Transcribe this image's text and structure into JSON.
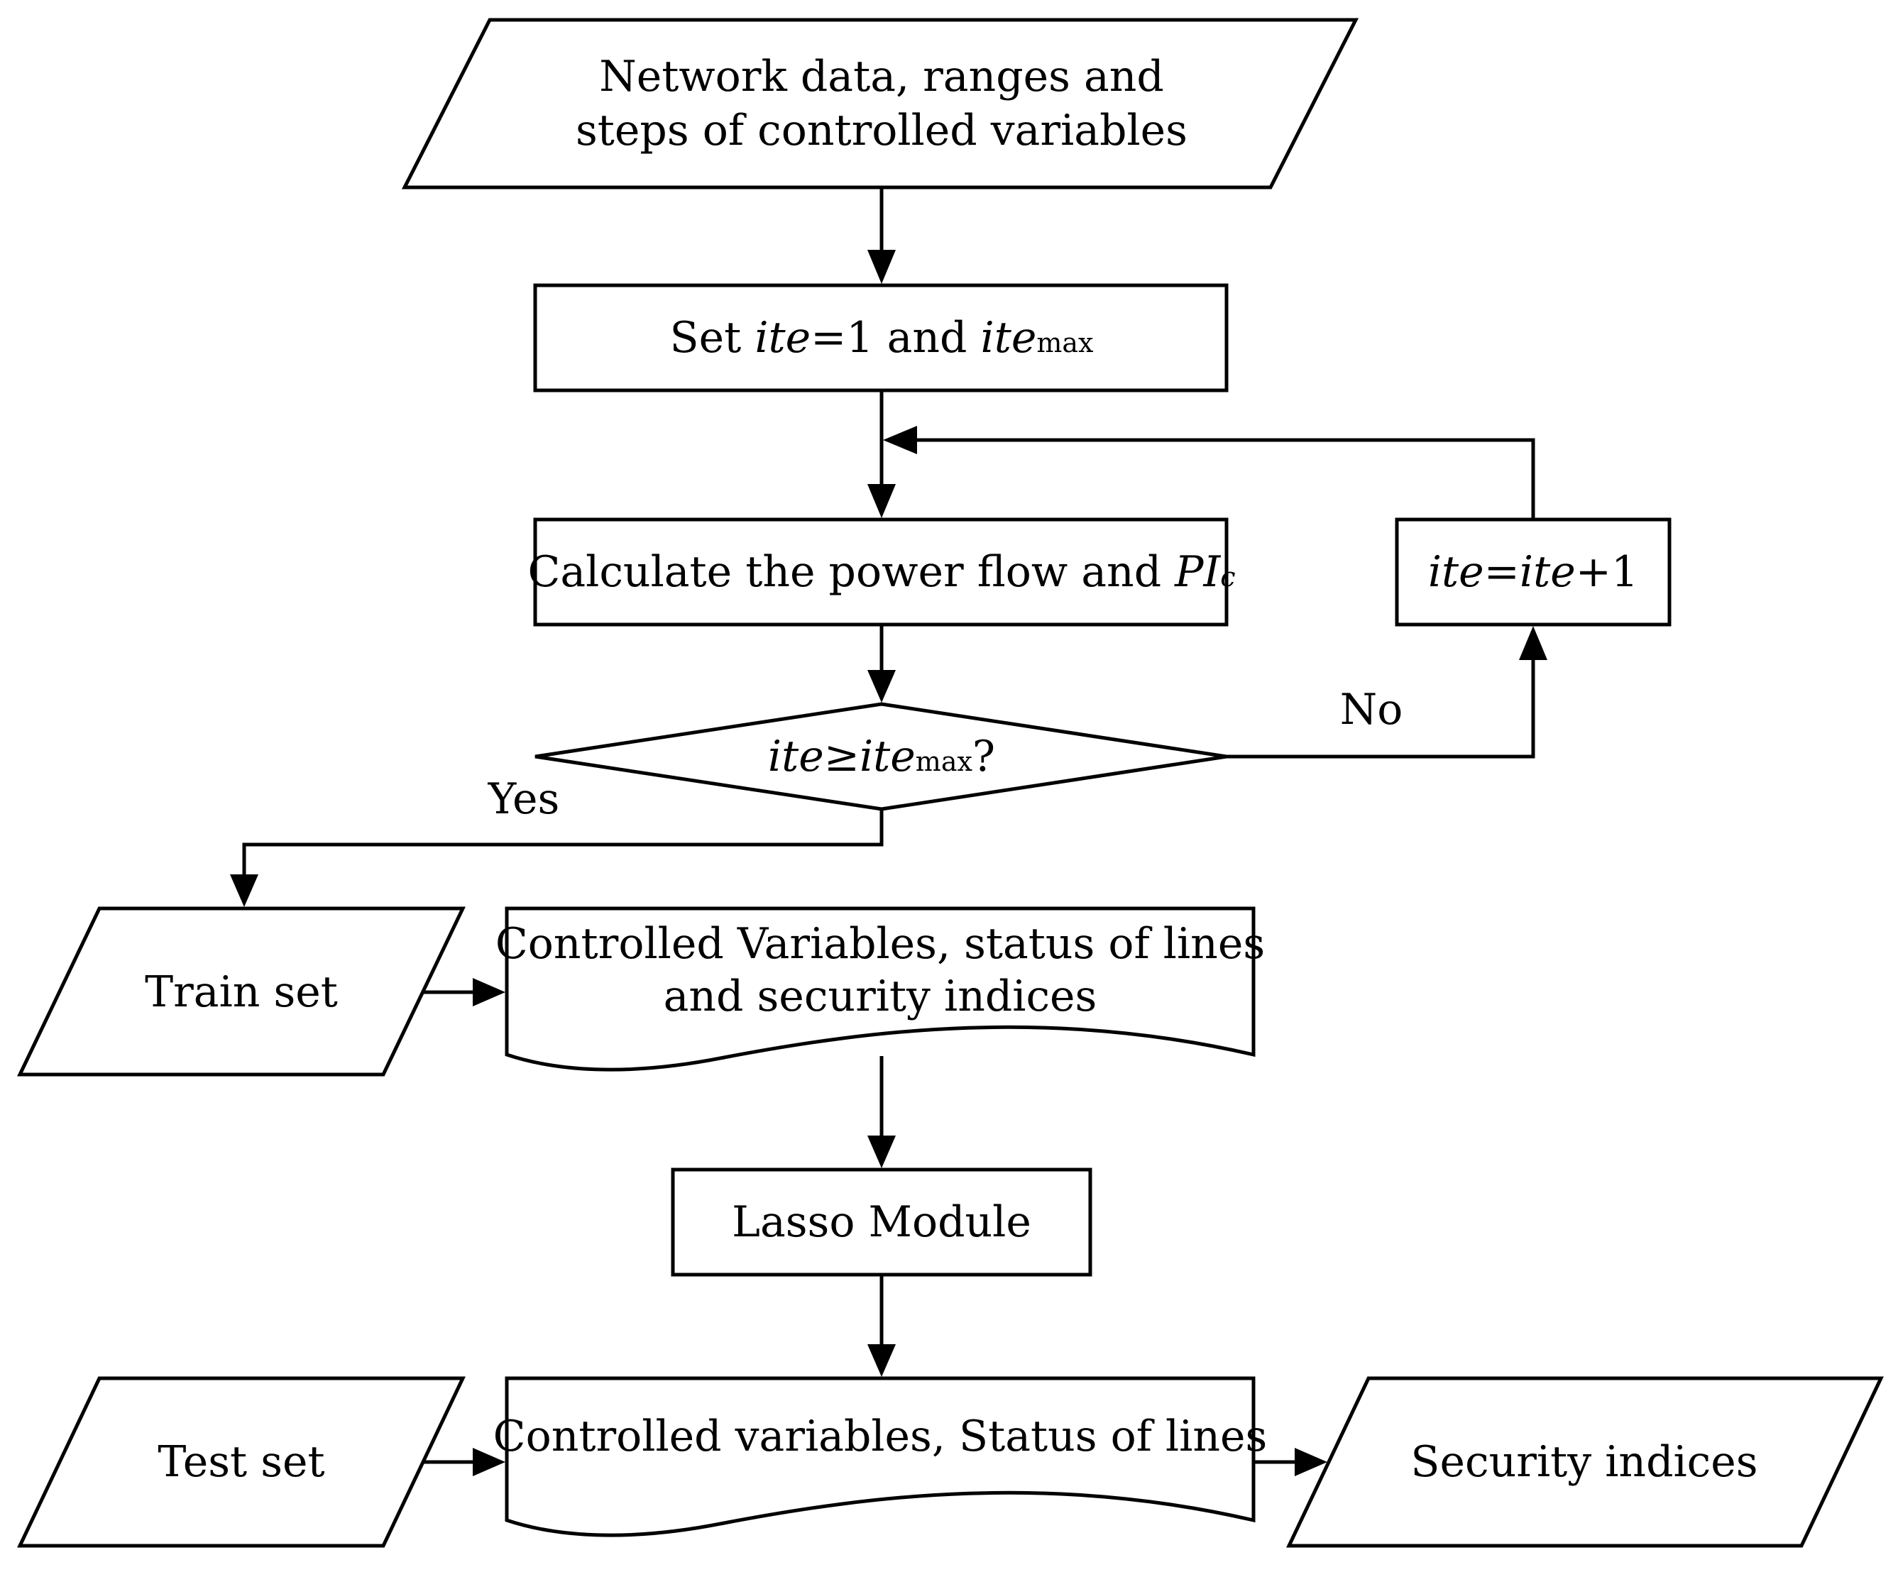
{
  "nodes": {
    "input_data": {
      "line1": "Network data, ranges and",
      "line2": "steps of controlled variables"
    },
    "set_ite": {
      "prefix": "Set ",
      "var1": "ite",
      "mid": "=1 and ",
      "var2": "ite",
      "sub": "max"
    },
    "calc": {
      "prefix": "Calculate the power flow and ",
      "var": "PI",
      "sub": "c"
    },
    "increment": {
      "var1": "ite",
      "eq": "=",
      "var2": "ite",
      "suffix": "+1"
    },
    "decision": {
      "var1": "ite",
      "op": "≥",
      "var2": "ite",
      "sub": "max",
      "suffix": "?"
    },
    "train_set": {
      "label": "Train set"
    },
    "train_doc": {
      "line1": "Controlled Variables, status of lines",
      "line2": "and security indices"
    },
    "lasso": {
      "label": "Lasso Module"
    },
    "test_set": {
      "label": "Test set"
    },
    "test_doc": {
      "label": "Controlled variables,  Status of lines"
    },
    "output": {
      "label": "Security indices"
    }
  },
  "edges": {
    "no_label": "No",
    "yes_label": "Yes"
  }
}
